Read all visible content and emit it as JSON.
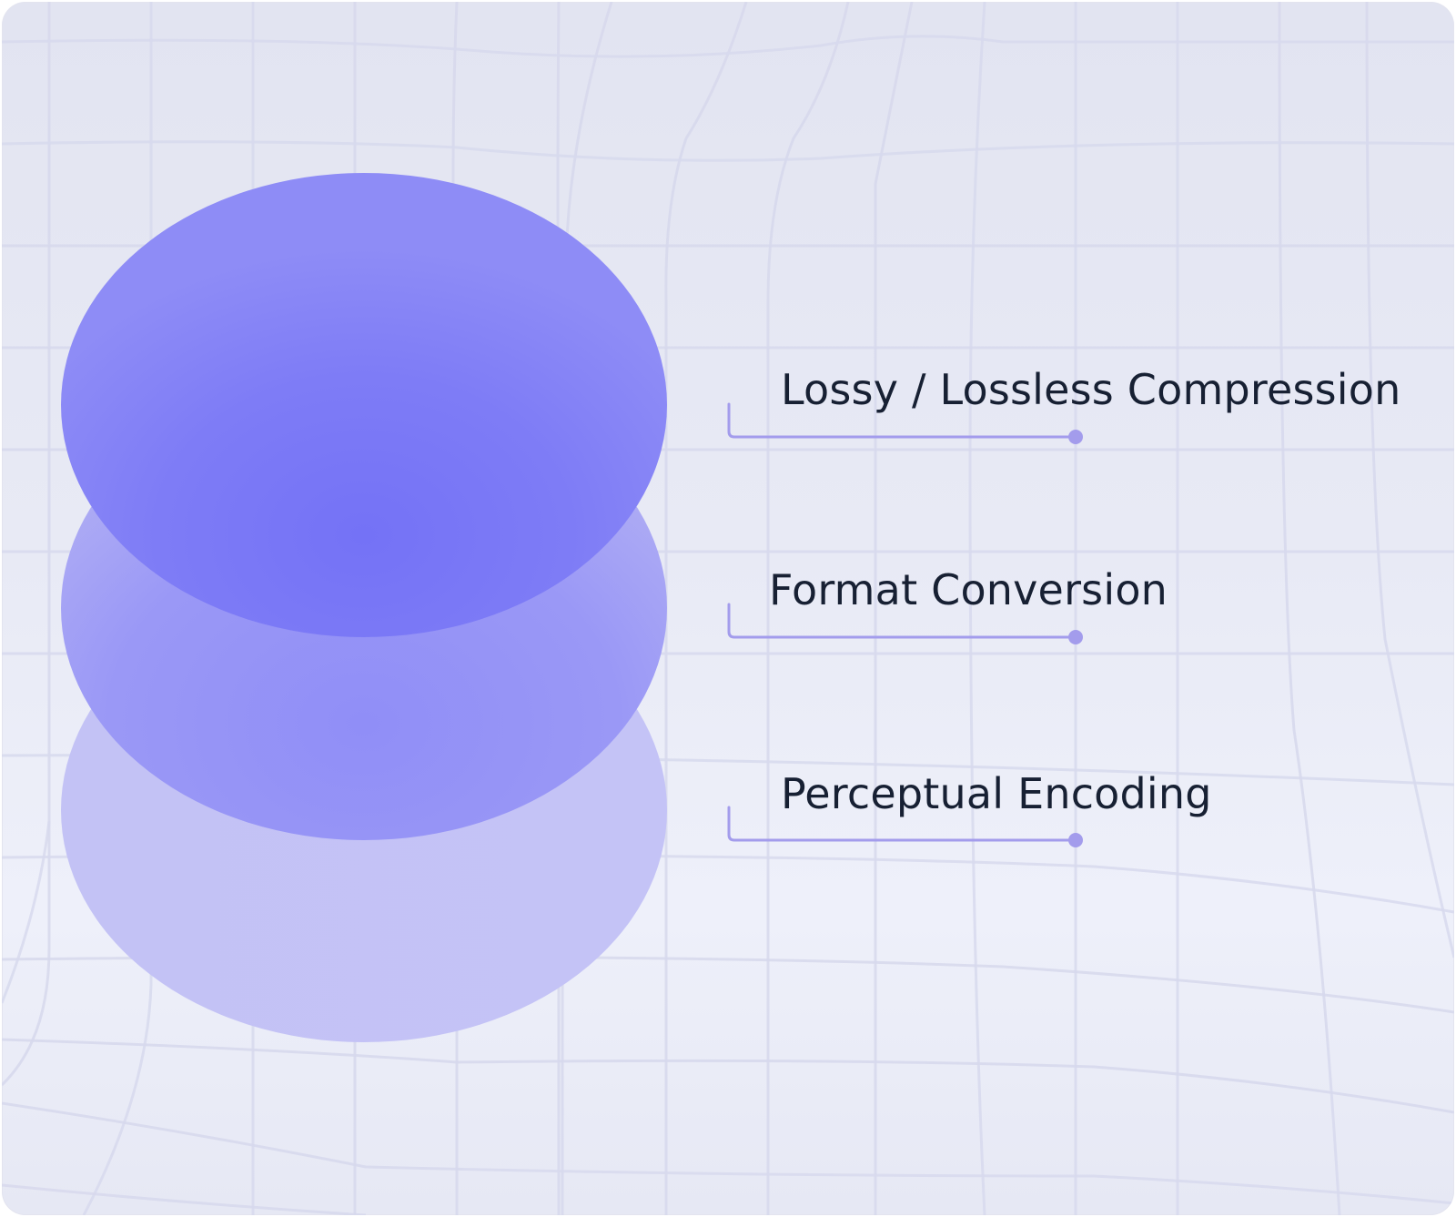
{
  "layers": [
    {
      "label": "Lossy / Lossless Compression"
    },
    {
      "label": "Format Conversion"
    },
    {
      "label": "Perceptual Encoding"
    }
  ],
  "colors": {
    "top_layer": "#7b78f5",
    "middle_layer": "#a3a1f5",
    "bottom_layer": "#c3c2f5",
    "connector": "#a39cec",
    "label_text": "#172033",
    "grid_line": "#d6d8ec"
  }
}
